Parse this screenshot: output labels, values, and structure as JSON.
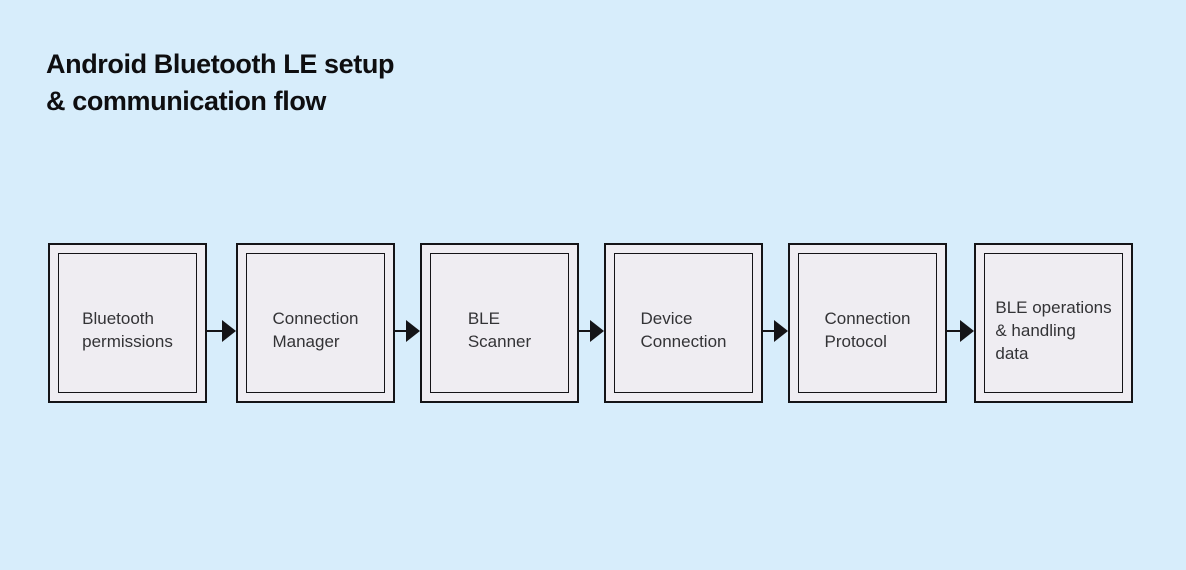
{
  "title": "Android Bluetooth LE setup\n& communication flow",
  "flow": {
    "nodes": [
      {
        "label": "Bluetooth\npermissions"
      },
      {
        "label": "Connection\nManager"
      },
      {
        "label": "BLE\nScanner"
      },
      {
        "label": "Device\nConnection"
      },
      {
        "label": "Connection\nProtocol"
      },
      {
        "label": "BLE operations\n& handling\ndata"
      }
    ],
    "connector_style": "right-arrow"
  },
  "colors": {
    "bg": "#d7edfb",
    "node-fill": "#efedf2",
    "stroke": "#141417",
    "title-color": "#0e0e10",
    "label-color": "#333336"
  }
}
